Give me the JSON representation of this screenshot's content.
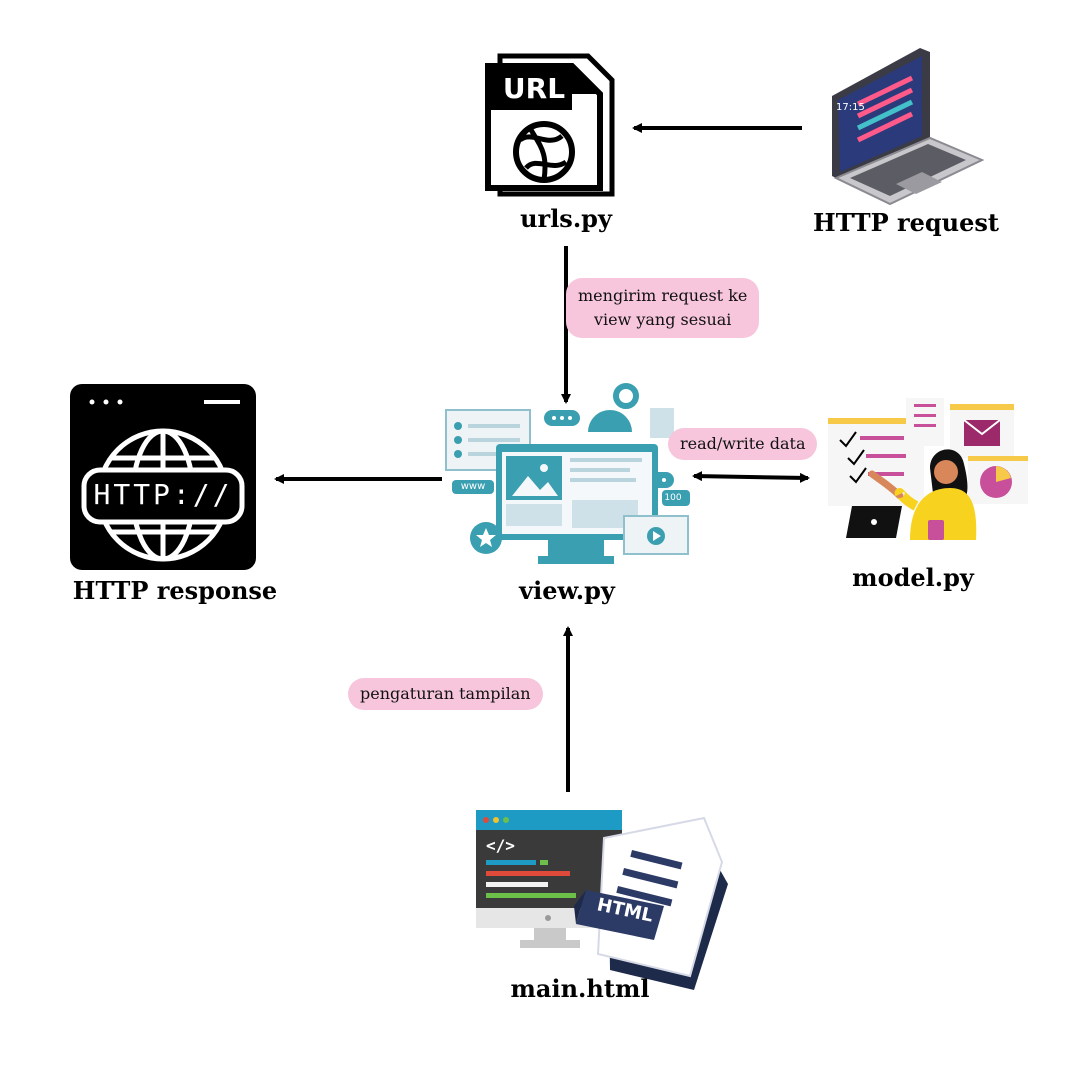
{
  "nodes": {
    "urls": {
      "label": "urls.py",
      "icon_text": "URL"
    },
    "request": {
      "label": "HTTP request",
      "screen_time": "17:15"
    },
    "response": {
      "label": "HTTP response",
      "icon_text": "HTTP://"
    },
    "view": {
      "label": "view.py",
      "www": "www",
      "badge": "100"
    },
    "model": {
      "label": "model.py"
    },
    "html": {
      "label": "main.html",
      "code_tag": "</>",
      "doc_tag": "HTML"
    }
  },
  "edges": {
    "urls_to_view": "mengirim request ke view yang sesuai",
    "urls_to_view_lines": [
      "mengirim request ke",
      "view yang sesuai"
    ],
    "view_model": "read/write data",
    "html_to_view": "pengaturan tampilan"
  },
  "colors": {
    "pill": "#f7c6dc",
    "teal": "#3a9fb0",
    "arrow": "#000000"
  }
}
